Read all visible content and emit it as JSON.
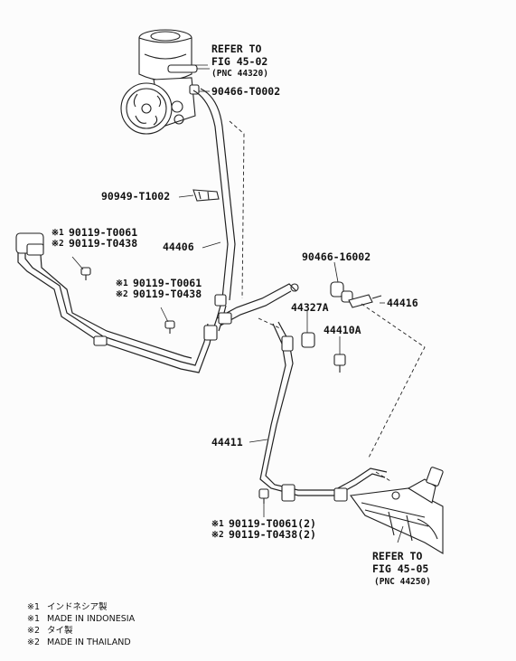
{
  "refs": {
    "top": {
      "line1": "REFER TO",
      "line2": "FIG 45-02",
      "pnc": "(PNC 44320)"
    },
    "bottom": {
      "line1": "REFER TO",
      "line2": "FIG 45-05",
      "pnc": "(PNC 44250)"
    }
  },
  "parts": {
    "p90466_t0002": "90466-T0002",
    "p90949_t1002": "90949-T1002",
    "p44406": "44406",
    "p90466_16002": "90466-16002",
    "p44416": "44416",
    "p44327a": "44327A",
    "p44410a": "44410A",
    "p44411": "44411"
  },
  "bolts": {
    "left": {
      "m1": "※1",
      "n1": "90119-T0061",
      "m2": "※2",
      "n2": "90119-T0438"
    },
    "mid": {
      "m1": "※1",
      "n1": "90119-T0061",
      "m2": "※2",
      "n2": "90119-T0438"
    },
    "bottom": {
      "m1": "※1",
      "n1": "90119-T0061(2)",
      "m2": "※2",
      "n2": "90119-T0438(2)"
    }
  },
  "legend": [
    {
      "mark": "※1",
      "text": "インドネシア製"
    },
    {
      "mark": "※1",
      "text": "MADE IN INDONESIA"
    },
    {
      "mark": "※2",
      "text": "タイ製"
    },
    {
      "mark": "※2",
      "text": "MADE IN THAILAND"
    }
  ]
}
